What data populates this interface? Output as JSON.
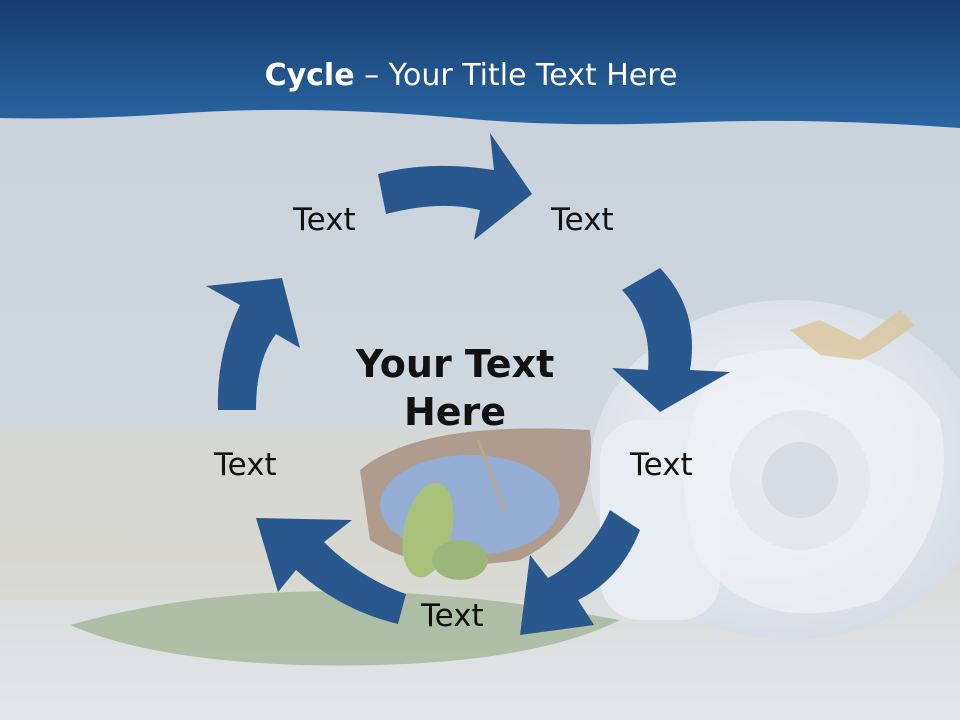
{
  "slide": {
    "title_bold": "Cycle",
    "title_rest": " – Your Title Text Here",
    "center_line1": "Your Text",
    "center_line2": "Here",
    "nodes": [
      "Text",
      "Text",
      "Text",
      "Text",
      "Text"
    ]
  },
  "colors": {
    "header": "#1f5189",
    "arrow": "#28588d",
    "background": "#c9d2dc"
  },
  "icons": {
    "arrow": "curved-arrow",
    "photo": "towel-and-coconut-candle"
  }
}
